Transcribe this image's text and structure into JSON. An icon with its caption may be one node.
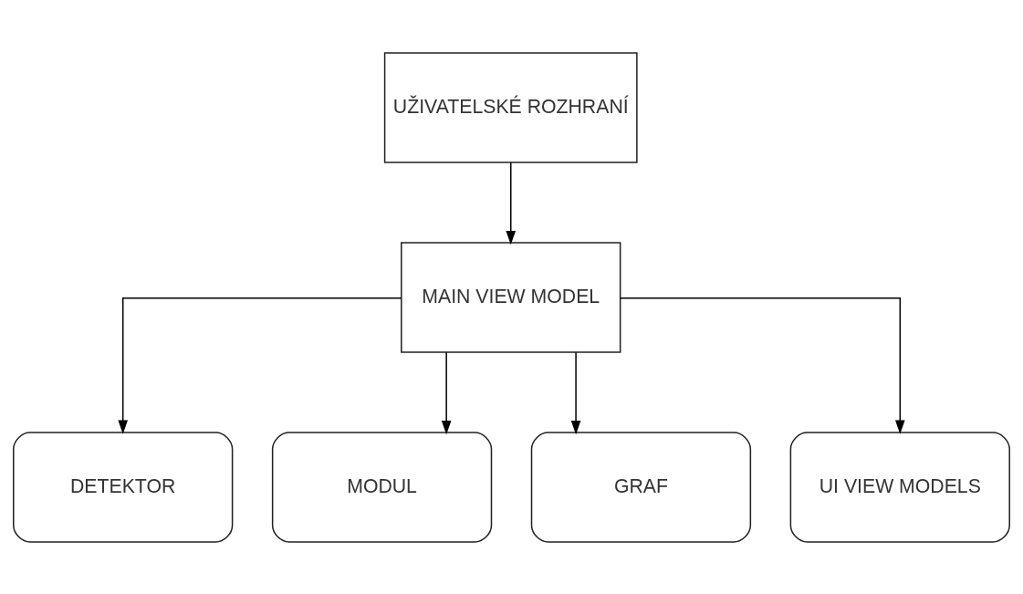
{
  "diagram": {
    "nodes": [
      {
        "text": [
          "UŽIVATELSKÉ ROZHRANÍ"
        ]
      },
      {
        "text": [
          "MAIN VIEW MODEL"
        ]
      },
      {
        "text": [
          "DETEKTOR"
        ]
      },
      {
        "text": [
          "MODUL"
        ]
      },
      {
        "text": [
          "GRAF"
        ]
      },
      {
        "text": [
          "UI VIEW MODELS"
        ]
      }
    ],
    "edges": [
      {
        "from": 0,
        "to": 1,
        "arrow": "to"
      },
      {
        "from": 1,
        "to": 2,
        "arrow": "to"
      },
      {
        "from": 1,
        "to": 3,
        "arrow": "to"
      },
      {
        "from": 1,
        "to": 4,
        "arrow": "to"
      },
      {
        "from": 1,
        "to": 5,
        "arrow": "to"
      }
    ]
  }
}
